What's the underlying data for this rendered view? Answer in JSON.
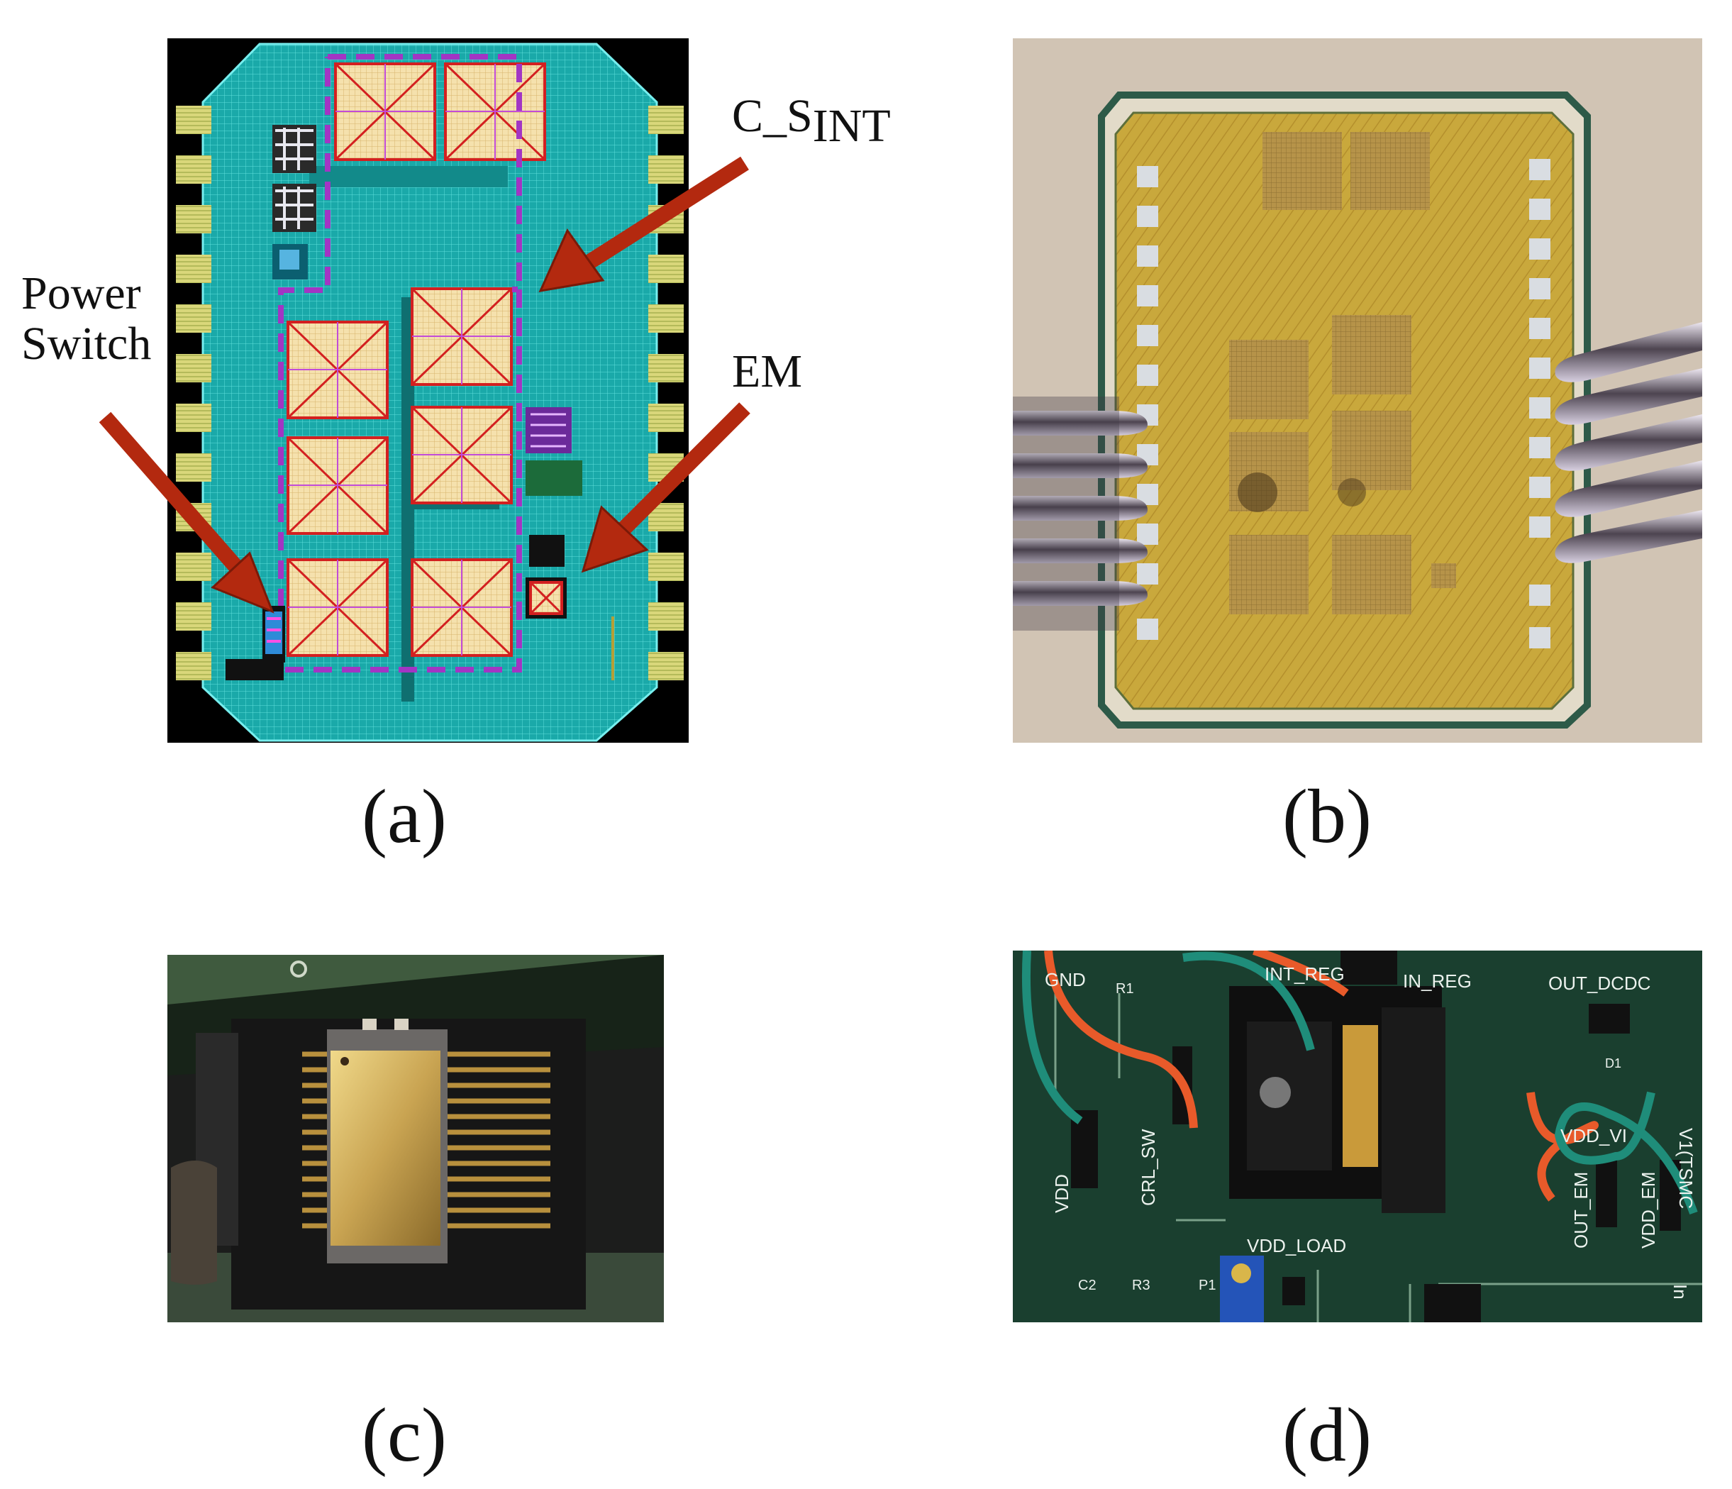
{
  "captions": {
    "a": "(a)",
    "b": "(b)",
    "c": "(c)",
    "d": "(d)"
  },
  "annotations": {
    "power_switch_line1": "Power",
    "power_switch_line2": "Switch",
    "c_sint_prefix": "C_S",
    "c_sint_sub": "INT",
    "em": "EM"
  },
  "board_labels": {
    "gnd": "GND",
    "r1": "R1",
    "int_reg": "INT_REG",
    "in_reg": "IN_REG",
    "out_dcdc": "OUT_DCDC",
    "d1": "D1",
    "vdd": "VDD",
    "crl_sw": "CRL_SW",
    "vdd_vi": "VDD_VI",
    "out_em": "OUT_EM",
    "vdd_em": "VDD_EM",
    "vdd_load": "VDD_LOAD",
    "c2": "C2",
    "r3": "R3",
    "p1": "P1",
    "tsmc": "V1(TSMC",
    "in": "In"
  },
  "colors": {
    "arrow": "#b3290f",
    "layout_teal": "#19b3b3",
    "cap_fill": "#f3dca8",
    "dashed_boundary": "#a235c4",
    "die_gold": "#c9a83c",
    "pcb_green": "#1f4a35"
  }
}
